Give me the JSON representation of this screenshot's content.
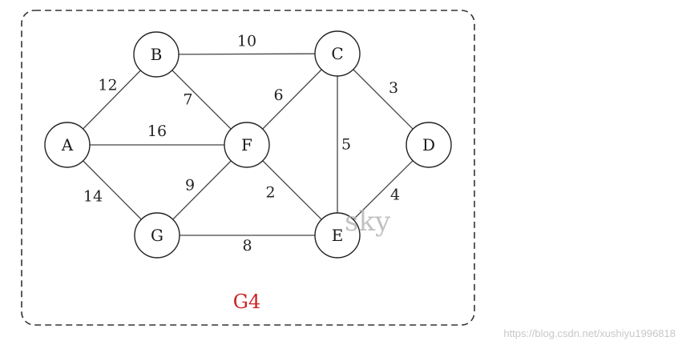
{
  "graph": {
    "name": "G4",
    "name_color": "#cc2222",
    "nodes": [
      {
        "id": "A",
        "label": "A"
      },
      {
        "id": "B",
        "label": "B"
      },
      {
        "id": "C",
        "label": "C"
      },
      {
        "id": "D",
        "label": "D"
      },
      {
        "id": "E",
        "label": "E"
      },
      {
        "id": "F",
        "label": "F"
      },
      {
        "id": "G",
        "label": "G"
      }
    ],
    "edges": [
      {
        "from": "B",
        "to": "C",
        "weight": "10"
      },
      {
        "from": "A",
        "to": "B",
        "weight": "12"
      },
      {
        "from": "B",
        "to": "F",
        "weight": "7"
      },
      {
        "from": "C",
        "to": "F",
        "weight": "6"
      },
      {
        "from": "C",
        "to": "D",
        "weight": "3"
      },
      {
        "from": "A",
        "to": "F",
        "weight": "16"
      },
      {
        "from": "C",
        "to": "E",
        "weight": "5"
      },
      {
        "from": "F",
        "to": "G",
        "weight": "9"
      },
      {
        "from": "F",
        "to": "E",
        "weight": "2"
      },
      {
        "from": "A",
        "to": "G",
        "weight": "14"
      },
      {
        "from": "D",
        "to": "E",
        "weight": "4"
      },
      {
        "from": "G",
        "to": "E",
        "weight": "8"
      }
    ]
  },
  "watermark": {
    "overlay_text": "sky",
    "source_url": "https://blog.csdn.net/xushiyu1996818"
  }
}
